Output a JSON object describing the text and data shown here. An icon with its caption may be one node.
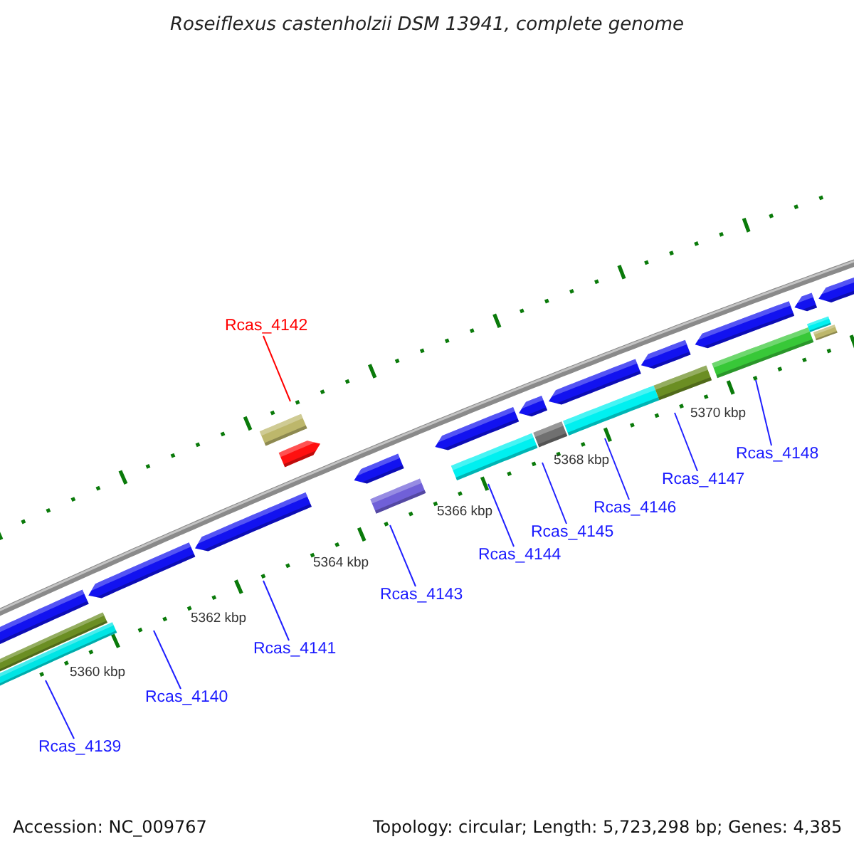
{
  "diagram": {
    "title": "Roseiflexus castenholzii DSM 13941, complete genome",
    "nodes": [
      {
        "text": [
          "Rcas_4142"
        ]
      },
      {
        "text": [
          "Rcas_4139"
        ]
      },
      {
        "text": [
          "Rcas_4140"
        ]
      },
      {
        "text": [
          "Rcas_4141"
        ]
      },
      {
        "text": [
          "Rcas_4143"
        ]
      },
      {
        "text": [
          "Rcas_4144"
        ]
      },
      {
        "text": [
          "Rcas_4145"
        ]
      },
      {
        "text": [
          "Rcas_4146"
        ]
      },
      {
        "text": [
          "Rcas_4147"
        ]
      },
      {
        "text": [
          "Rcas_4148"
        ]
      }
    ],
    "edges": [
      {
        "from": 0,
        "to": null,
        "arrow": "none",
        "color": "#ff0000"
      },
      {
        "from": 1,
        "to": null,
        "arrow": "none"
      },
      {
        "from": 2,
        "to": null,
        "arrow": "none"
      },
      {
        "from": 3,
        "to": null,
        "arrow": "none"
      },
      {
        "from": 4,
        "to": null,
        "arrow": "none"
      },
      {
        "from": 5,
        "to": null,
        "arrow": "none"
      },
      {
        "from": 6,
        "to": null,
        "arrow": "none"
      },
      {
        "from": 7,
        "to": null,
        "arrow": "none"
      },
      {
        "from": 8,
        "to": null,
        "arrow": "none"
      },
      {
        "from": 9,
        "to": null,
        "arrow": "none"
      }
    ],
    "labels": [
      "5370 kbp",
      "5368 kbp",
      "5366 kbp",
      "5364 kbp",
      "5362 kbp",
      "5360 kbp",
      "Accession: NC_009767",
      "Topology: circular; Length: 5,723,298 bp; Genes: 4,385"
    ]
  }
}
